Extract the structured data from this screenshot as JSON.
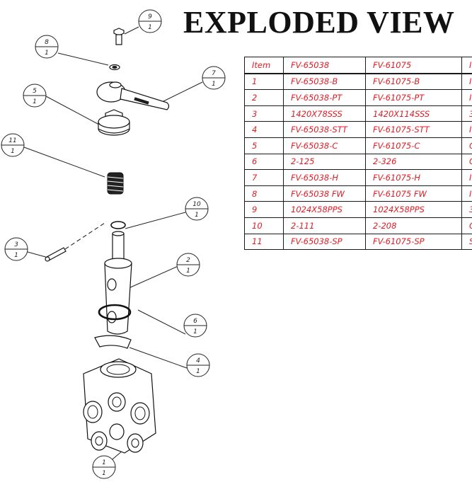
{
  "title": "EXPLODED VIEW",
  "table": {
    "header": [
      "Item",
      "FV-65038",
      "FV-61075",
      "I"
    ],
    "rows": [
      [
        "1",
        "FV-65038-B",
        "FV-61075-B",
        "I"
      ],
      [
        "2",
        "FV-65038-PT",
        "FV-61075-PT",
        "I"
      ],
      [
        "3",
        "1420X78SSS",
        "1420X114SSS",
        "3"
      ],
      [
        "4",
        "FV-65038-STT",
        "FV-61075-STT",
        "I"
      ],
      [
        "5",
        "FV-65038-C",
        "FV-61075-C",
        "C"
      ],
      [
        "6",
        "2-125",
        "2-326",
        "C"
      ],
      [
        "7",
        "FV-65038-H",
        "FV-61075-H",
        "I"
      ],
      [
        "8",
        "FV-65038 FW",
        "FV-61075 FW",
        "I"
      ],
      [
        "9",
        "1024X58PPS",
        "1024X58PPS",
        "3"
      ],
      [
        "10",
        "2-111",
        "2-208",
        "C"
      ],
      [
        "11",
        "FV-65038-SP",
        "FV-61075-SP",
        "S"
      ]
    ]
  },
  "balloons": [
    {
      "item": "9",
      "qty": "1"
    },
    {
      "item": "8",
      "qty": "1"
    },
    {
      "item": "7",
      "qty": "1"
    },
    {
      "item": "5",
      "qty": "1"
    },
    {
      "item": "11",
      "qty": "1"
    },
    {
      "item": "10",
      "qty": "1"
    },
    {
      "item": "2",
      "qty": "1"
    },
    {
      "item": "3",
      "qty": "1"
    },
    {
      "item": "6",
      "qty": "1"
    },
    {
      "item": "4",
      "qty": "1"
    },
    {
      "item": "1",
      "qty": "1"
    }
  ],
  "colors": {
    "table_text": "#e31b23",
    "lines": "#111111",
    "background": "#ffffff"
  }
}
